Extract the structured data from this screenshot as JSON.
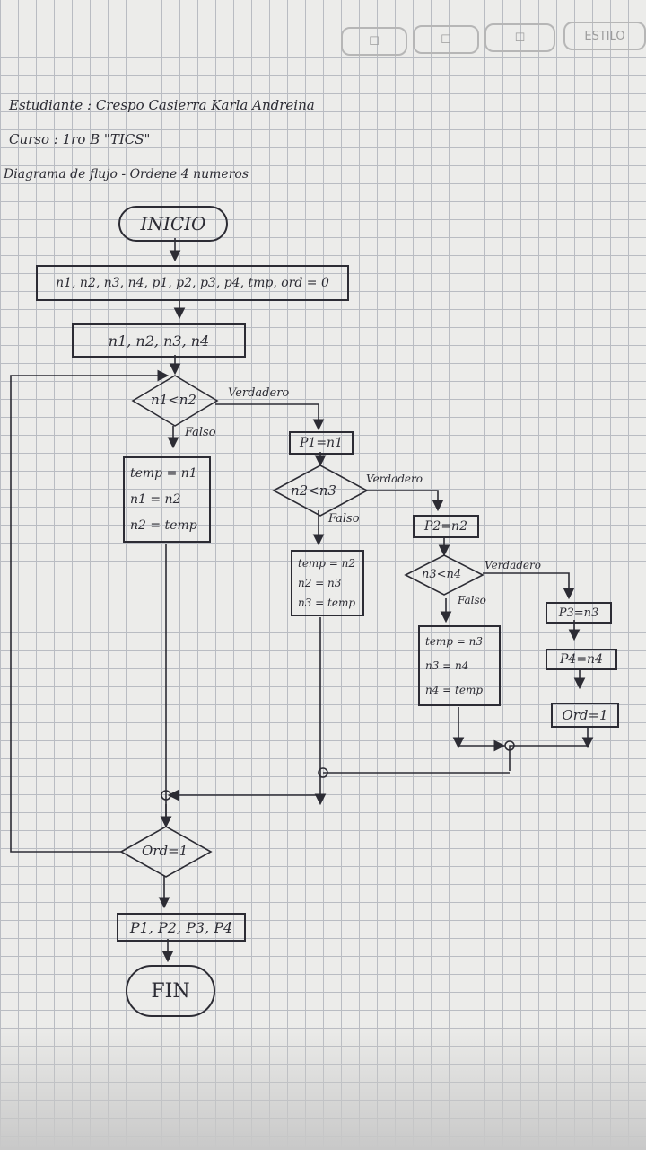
{
  "header": {
    "student": "Estudiante : Crespo Casierra Karla Andreina",
    "course": "Curso : 1ro B \"TICS\"",
    "title": "Diagrama de flujo - Ordene 4 numeros",
    "notebook_label": "ESTILO"
  },
  "flowchart": {
    "start": "INICIO",
    "declare": "n1, n2, n3, n4, p1, p2, p3, p4, tmp, ord = 0",
    "input": "n1, n2, n3, n4",
    "cond1": "n1<n2",
    "cond2": "n2<n3",
    "cond3": "n3<n4",
    "cond_ord": "Ord=1",
    "true_label_1": "Verdadero",
    "true_label_2": "Verdadero",
    "true_label_3": "Verdadero",
    "false_label_1": "Falso",
    "false_label_2": "Falso",
    "false_label_3": "Falso",
    "p1": "P1=n1",
    "p2": "P2=n2",
    "p3": "P3=n3",
    "p4": "P4=n4",
    "ord_set": "Ord=1",
    "swap1": [
      "temp = n1",
      "n1 = n2",
      "n2 = temp"
    ],
    "swap2": [
      "temp = n2",
      "n2 = n3",
      "n3 = temp"
    ],
    "swap3": [
      "temp = n3",
      "n3 = n4",
      "n4 = temp"
    ],
    "output": "P1, P2, P3, P4",
    "end": "FIN"
  }
}
